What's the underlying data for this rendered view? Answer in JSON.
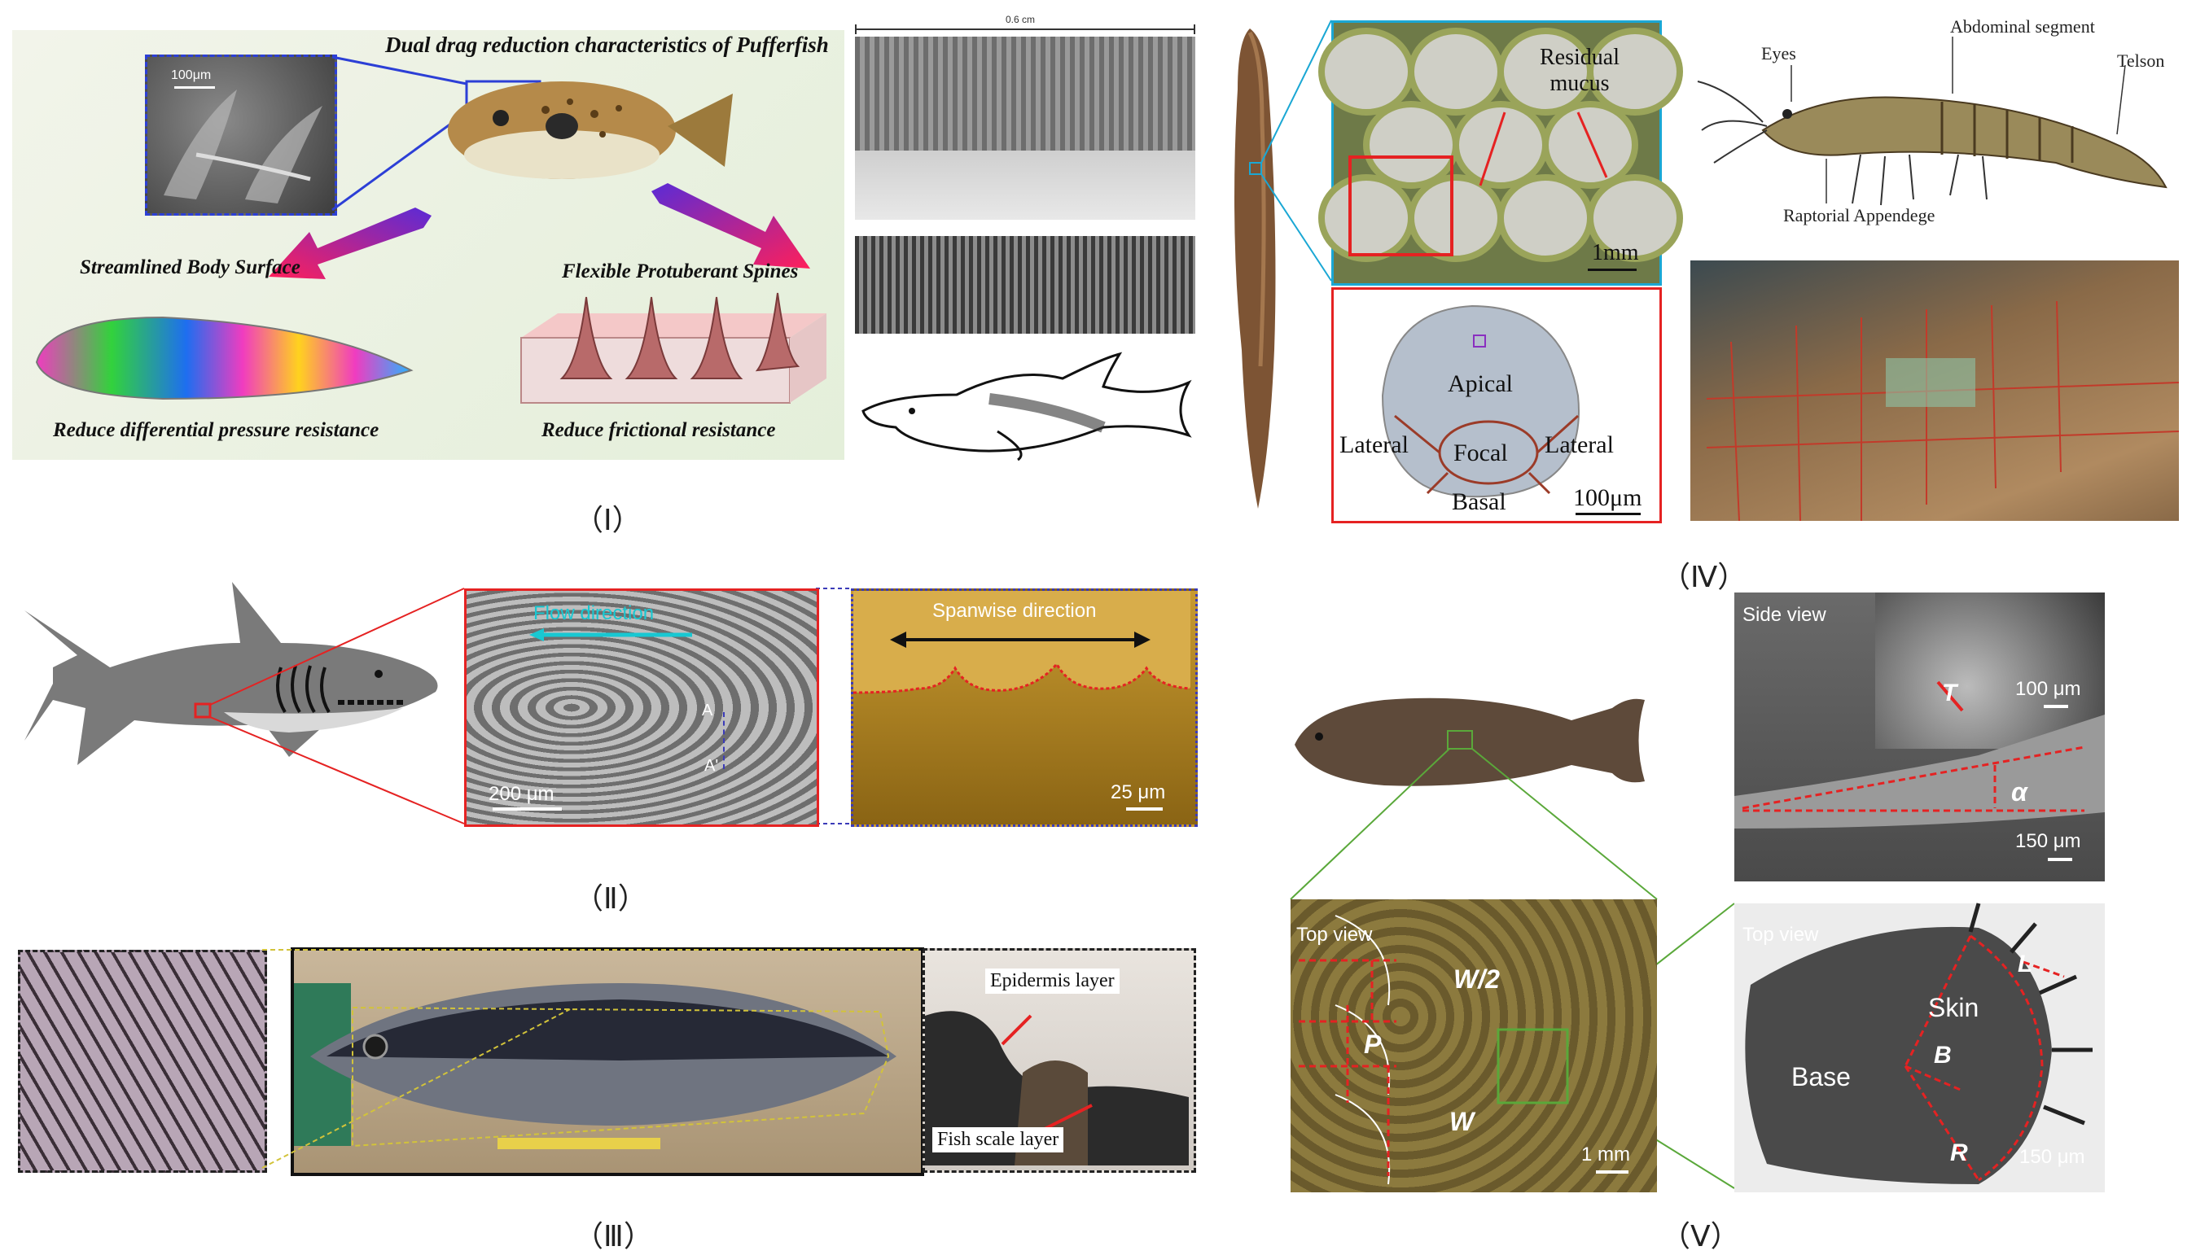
{
  "panel1": {
    "title": "Dual drag reduction characteristics of  Pufferfish",
    "scale": "100μm",
    "left_feature": "Streamlined Body Surface",
    "right_feature": "Flexible  Protuberant Spines",
    "left_effect": "Reduce differential pressure resistance",
    "right_effect": "Reduce frictional resistance",
    "film_scale": "0.6 cm",
    "roman": "（Ⅰ）"
  },
  "panel2": {
    "flow": "Flow direction",
    "spanwise": "Spanwise direction",
    "scale_a": "200 μm",
    "scale_b": "25 μm",
    "mark_a": "A",
    "mark_a2": "A'",
    "roman": "（Ⅱ）"
  },
  "panel3": {
    "epidermis": "Epidermis layer",
    "scale_layer": "Fish scale layer",
    "roman": "（Ⅲ）"
  },
  "panel4": {
    "residual": "Residual\nmucus",
    "scale_mm": "1mm",
    "apical": "Apical",
    "lateral_l": "Lateral",
    "lateral_r": "Lateral",
    "focal": "Focal",
    "basal": "Basal",
    "scale_um": "100μm",
    "eyes": "Eyes",
    "abdominal": "Abdominal segment",
    "telson": "Telson",
    "raptorial": "Raptorial Appendege",
    "roman": "（Ⅳ）"
  },
  "panel5": {
    "side_view": "Side view",
    "t_label": "T",
    "scale_100": "100 μm",
    "alpha": "α",
    "scale_150a": "150 μm",
    "top_view_a": "Top view",
    "w_half": "W/2",
    "p_label": "P",
    "w_label": "W",
    "scale_1mm": "1 mm",
    "top_view_b": "Top view",
    "skin": "Skin",
    "base": "Base",
    "l_label": "L",
    "b_label": "B",
    "r_label": "R",
    "scale_150b": "150 μm",
    "roman": "（Ⅴ）"
  }
}
